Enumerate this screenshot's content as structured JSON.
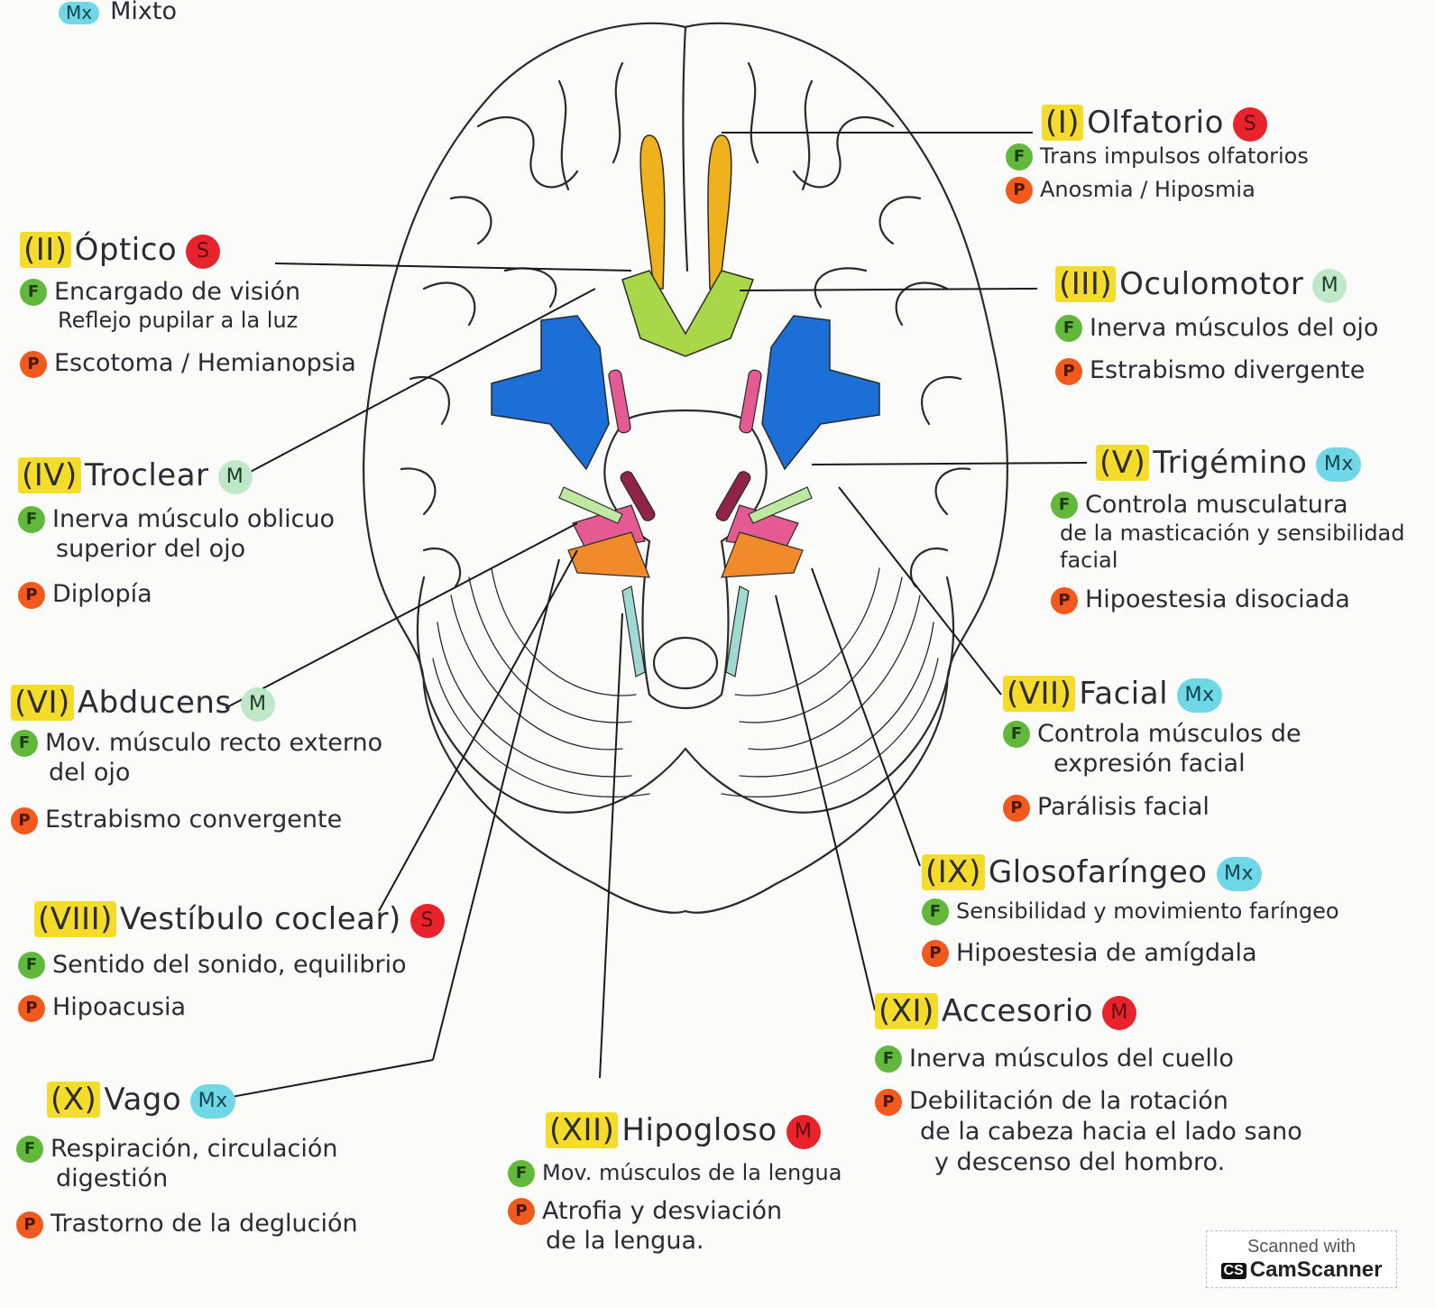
{
  "legend": {
    "badge": "Mx",
    "label": "Mixto"
  },
  "nerves": {
    "olfatorio": {
      "numeral": "(I)",
      "name": "Olfatorio",
      "badge": "S",
      "f": "Trans impulsos olfatorios",
      "p": "Anosmia / Hiposmia"
    },
    "optico": {
      "numeral": "(II)",
      "name": "Óptico",
      "badge": "S",
      "f1": "Encargado de visión",
      "f2": "Reflejo pupilar a la luz",
      "p": "Escotoma / Hemianopsia"
    },
    "oculomotor": {
      "numeral": "(III)",
      "name": "Oculomotor",
      "badge": "M",
      "f": "Inerva músculos del ojo",
      "p": "Estrabismo divergente"
    },
    "troclear": {
      "numeral": "(IV)",
      "name": "Troclear",
      "badge": "M",
      "f1": "Inerva músculo oblicuo",
      "f2": "superior del ojo",
      "p": "Diplopía"
    },
    "trigemino": {
      "numeral": "(V)",
      "name": "Trigémino",
      "badge": "Mx",
      "f1": "Controla musculatura",
      "f2": "de la masticación y sensibilidad",
      "f3": "facial",
      "p": "Hipoestesia disociada"
    },
    "abducens": {
      "numeral": "(VI)",
      "name": "Abducens",
      "badge": "M",
      "f1": "Mov. músculo recto externo",
      "f2": "del ojo",
      "p": "Estrabismo convergente"
    },
    "facial": {
      "numeral": "(VII)",
      "name": "Facial",
      "badge": "Mx",
      "f1": "Controla músculos de",
      "f2": "expresión facial",
      "p": "Parálisis facial"
    },
    "vestibulococlear": {
      "numeral": "(VIII)",
      "name": "Vestíbulo coclear)",
      "badge": "S",
      "f": "Sentido del sonido, equilibrio",
      "p": "Hipoacusia"
    },
    "glosofaringeo": {
      "numeral": "(IX)",
      "name": "Glosofaríngeo",
      "badge": "Mx",
      "f": "Sensibilidad y movimiento faríngeo",
      "p": "Hipoestesia de amígdala"
    },
    "vago": {
      "numeral": "(X)",
      "name": "Vago",
      "badge": "Mx",
      "f1": "Respiración, circulación",
      "f2": "digestión",
      "p": "Trastorno de la deglución"
    },
    "accesorio": {
      "numeral": "(XI)",
      "name": "Accesorio",
      "badge": "M",
      "f": "Inerva músculos del cuello",
      "p1": "Debilitación de la rotación",
      "p2": "de la cabeza hacia el lado sano",
      "p3": "y descenso del hombro."
    },
    "hipogloso": {
      "numeral": "(XII)",
      "name": "Hipogloso",
      "badge": "M",
      "f": "Mov. músculos de la lengua",
      "p1": "Atrofia y desviación",
      "p2": "de la lengua."
    }
  },
  "markers": {
    "f": "F",
    "p": "P"
  },
  "scanner": {
    "line1": "Scanned with",
    "logo": "CS",
    "line2": "CamScanner"
  },
  "colors": {
    "olfactory": "#f0b21c",
    "chiasm": "#a8d84a",
    "temporal": "#1c6fd6",
    "pink": "#e65a93",
    "maroon": "#8f2448",
    "orange": "#f08a2a",
    "teal": "#9fd9d2",
    "outline": "#2a2a2a"
  }
}
